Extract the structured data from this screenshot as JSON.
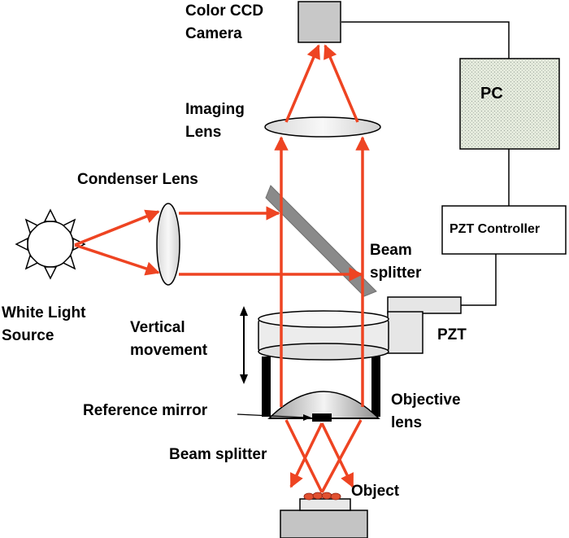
{
  "labels": {
    "camera_line1": "Color CCD",
    "camera_line2": "Camera",
    "imaging_lens_line1": "Imaging",
    "imaging_lens_line2": "Lens",
    "condenser_lens": "Condenser Lens",
    "white_light_line1": "White Light",
    "white_light_line2": "Source",
    "beam_splitter_top_line1": "Beam",
    "beam_splitter_top_line2": "splitter",
    "vertical_line1": "Vertical",
    "vertical_line2": "movement",
    "pzt": "PZT",
    "reference_mirror": "Reference mirror",
    "objective_line1": "Objective",
    "objective_line2": "lens",
    "beam_splitter_bottom": "Beam splitter",
    "object": "Object"
  },
  "boxes": {
    "pc": "PC",
    "pzt_controller": "PZT Controller"
  },
  "colors": {
    "beam": "#ee4422",
    "component_gray": "#c8c8c8",
    "line": "#000000"
  }
}
